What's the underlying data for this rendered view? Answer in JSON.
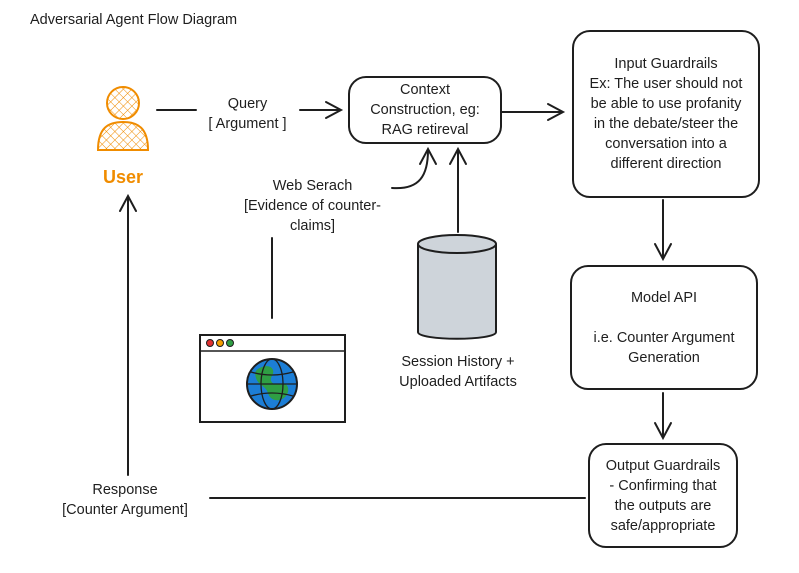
{
  "title": "Adversarial Agent Flow Diagram",
  "nodes": {
    "user": "User",
    "context": "Context\nConstruction, eg:\nRAG retireval",
    "input_guardrails": "Input Guardrails\nEx: The user should not\nbe able to use profanity\nin the debate/steer the\nconversation into a\ndifferent direction",
    "model_api": "Model API\n\ni.e. Counter Argument\nGeneration",
    "output_guardrails": "Output Guardrails\n- Confirming that\nthe outputs are\nsafe/appropriate",
    "session_history": "Session History +\nUploaded Artifacts"
  },
  "edges": {
    "query": "Query\n[ Argument ]",
    "web_search": "Web Serach\n[Evidence of counter-\nclaims]",
    "response": "Response\n[Counter Argument]"
  },
  "colors": {
    "ink": "#1e1e1e",
    "user_accent": "#f08c00",
    "database_fill": "#ced4da",
    "globe_ocean": "#1c7ed6",
    "globe_land": "#2f9e44",
    "browser_red": "#e03131",
    "browser_yellow": "#f59f00",
    "browser_green": "#2f9e44"
  },
  "icons": {
    "user": "person-icon",
    "database": "database-icon",
    "browser": "browser-window-icon",
    "globe": "globe-icon"
  }
}
